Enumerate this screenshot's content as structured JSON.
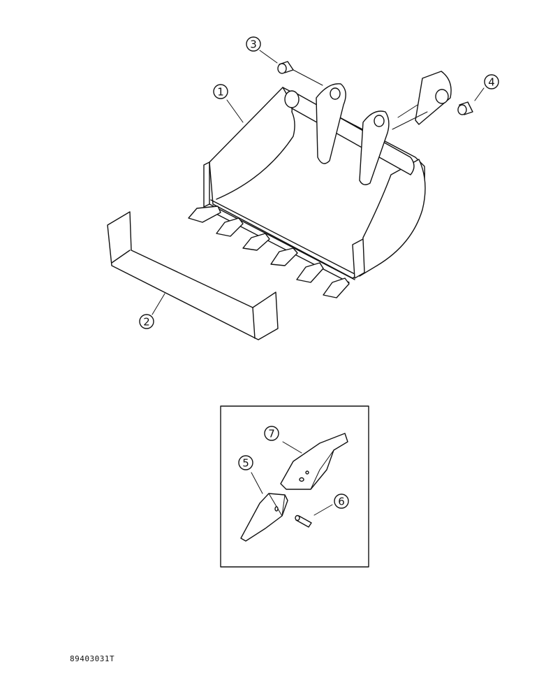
{
  "callouts": {
    "c1": "1",
    "c2": "2",
    "c3": "3",
    "c4": "4",
    "c5": "5",
    "c6": "6",
    "c7": "7"
  },
  "figure_ref": "89403031T"
}
